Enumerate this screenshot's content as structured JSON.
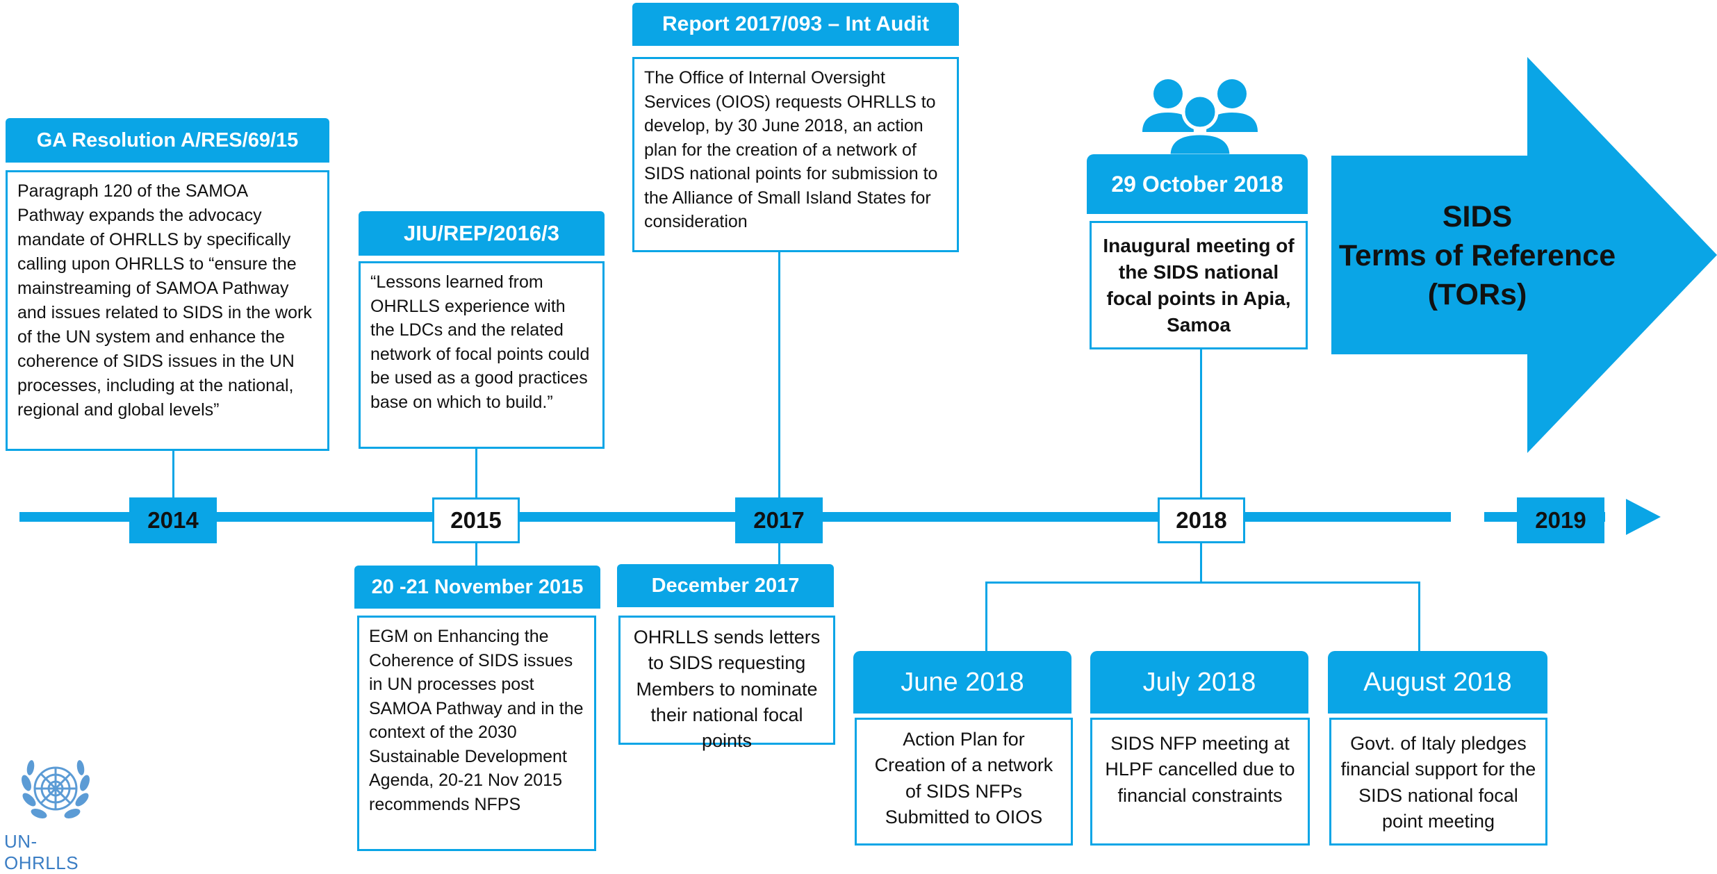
{
  "timeline": {
    "years": [
      "2014",
      "2015",
      "2017",
      "2018",
      "2019"
    ]
  },
  "events": {
    "ga_resolution": {
      "title": "GA Resolution  A/RES/69/15",
      "text": "Paragraph 120 of the SAMOA Pathway expands the advocacy mandate of OHRLLS by specifically calling upon OHRLLS to “ensure the mainstreaming of SAMOA Pathway and issues related to SIDS in the work of the UN system and enhance the coherence of SIDS issues in the UN processes, including at the national, regional and global levels”"
    },
    "jiu": {
      "title": "JIU/REP/2016/3",
      "text": "“Lessons learned from OHRLLS experience with the LDCs and the related network of focal points could be used as a good practices base on which to build.”"
    },
    "report": {
      "title": "Report 2017/093 – Int Audit",
      "text": "The Office of Internal Oversight Services (OIOS) requests OHRLLS to develop, by 30 June 2018, an action plan for the creation of a network of SIDS national points for submission to the Alliance of Small Island States for consideration"
    },
    "oct2018": {
      "title": "29 October  2018",
      "text": "Inaugural meeting of the SIDS national focal points in Apia, Samoa"
    },
    "nov2015": {
      "title": "20 -21 November 2015",
      "text": "EGM on Enhancing the Coherence of SIDS issues in UN processes post SAMOA Pathway and in the context of the 2030 Sustainable Development Agenda, 20-21 Nov 2015 recommends NFPS"
    },
    "dec2017": {
      "title": "December 2017",
      "text": "OHRLLS sends letters to  SIDS requesting Members to nominate their national focal points"
    },
    "jun2018": {
      "title": "June 2018",
      "text": "Action Plan for Creation of a network of SIDS NFPs Submitted to OIOS"
    },
    "jul2018": {
      "title": "July 2018",
      "text": "SIDS NFP meeting at HLPF cancelled due to financial constraints"
    },
    "aug2018": {
      "title": "August 2018",
      "text": "Govt. of Italy pledges financial support for the SIDS national focal point meeting"
    }
  },
  "arrow": {
    "line1": "SIDS",
    "line2": "Terms of Reference",
    "line3": "(TORs)"
  },
  "logo": {
    "label": "UN-OHRLLS"
  },
  "colors": {
    "accent": "#0aa5e6"
  }
}
